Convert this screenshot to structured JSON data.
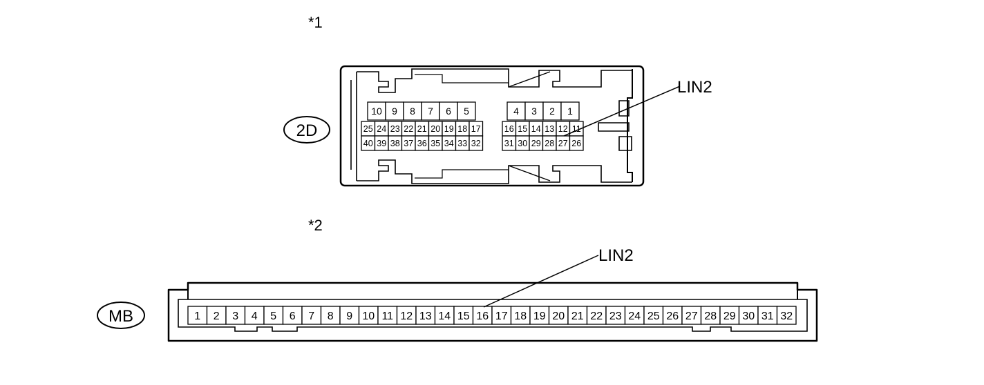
{
  "figures": [
    {
      "note": "*1",
      "connector_code": "2D",
      "callout": "LIN2",
      "pin_rows": [
        [
          "10",
          "9",
          "8",
          "7",
          "6",
          "5",
          "",
          "4",
          "3",
          "2",
          "1"
        ],
        [
          "25",
          "24",
          "23",
          "22",
          "21",
          "20",
          "19",
          "18",
          "17",
          "",
          "16",
          "15",
          "14",
          "13",
          "12",
          "11"
        ],
        [
          "40",
          "39",
          "38",
          "37",
          "36",
          "35",
          "34",
          "33",
          "32",
          "",
          "31",
          "30",
          "29",
          "28",
          "27",
          "26"
        ]
      ]
    },
    {
      "note": "*2",
      "connector_code": "MB",
      "callout": "LIN2",
      "pins": [
        "1",
        "2",
        "3",
        "4",
        "5",
        "6",
        "7",
        "8",
        "9",
        "10",
        "11",
        "12",
        "13",
        "14",
        "15",
        "16",
        "17",
        "18",
        "19",
        "20",
        "21",
        "22",
        "23",
        "24",
        "25",
        "26",
        "27",
        "28",
        "29",
        "30",
        "31",
        "32"
      ]
    }
  ]
}
